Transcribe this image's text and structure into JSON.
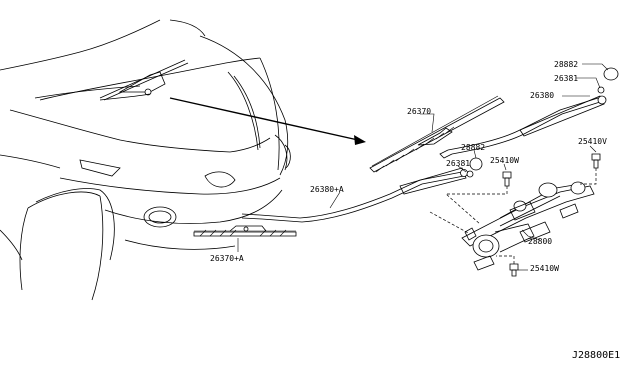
{
  "diagram_id": "J28800E1",
  "parts": {
    "p28882_top": "28882",
    "p26381_top": "26381",
    "p26380": "26380",
    "p26370": "26370",
    "p28882_mid": "28882",
    "p25410v": "25410V",
    "p26381_mid": "26381",
    "p25410w_top": "25410W",
    "p26380a": "26380+A",
    "p28800": "28800",
    "p26370a": "26370+A",
    "p25410w_bot": "25410W"
  }
}
